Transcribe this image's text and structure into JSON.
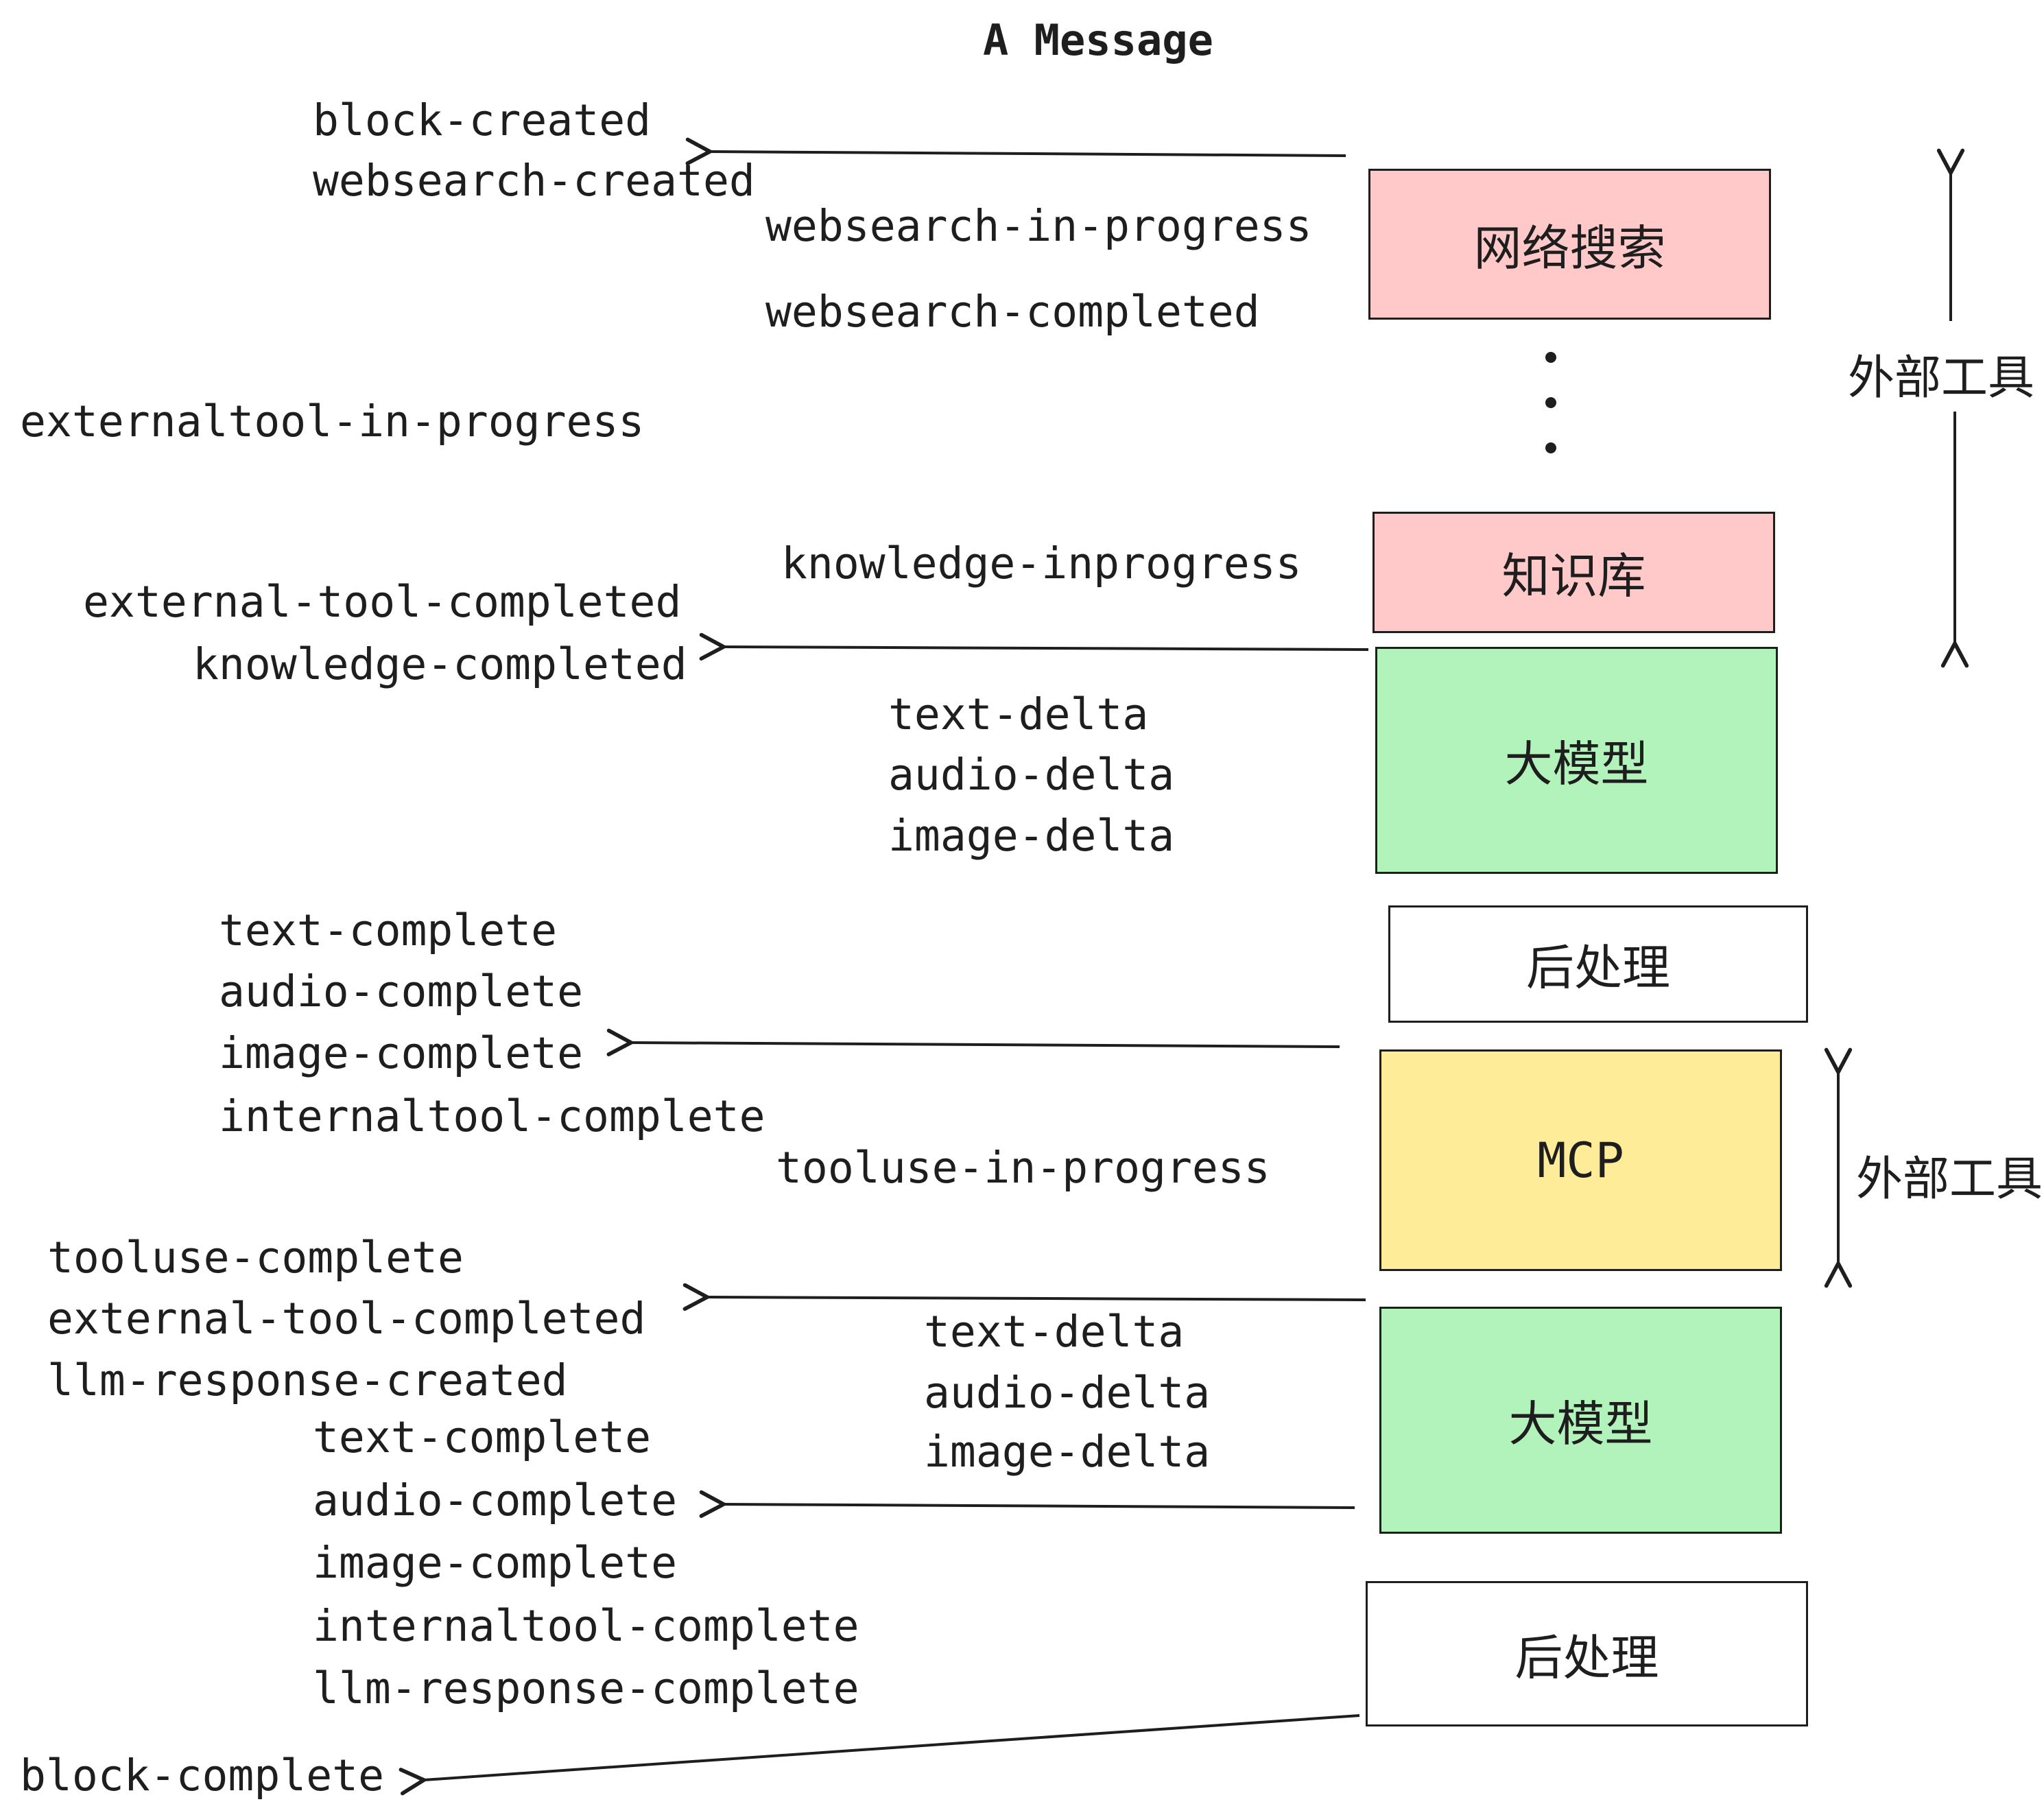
{
  "title": "A Message",
  "colors": {
    "stroke": "#1e1e1e",
    "pink": "#ffc9c9",
    "green": "#b2f2bb",
    "yellow": "#ffec99",
    "white": "#ffffff"
  },
  "events": {
    "block_created": "block-created",
    "websearch_created": "websearch-created",
    "websearch_in_progress": "websearch-in-progress",
    "websearch_completed": "websearch-completed",
    "externaltool_in_progress": "externaltool-in-progress",
    "knowledge_inprogress": "knowledge-inprogress",
    "external_tool_completed_1": "external-tool-completed",
    "knowledge_completed": "knowledge-completed",
    "text_delta_1": "text-delta",
    "audio_delta_1": "audio-delta",
    "image_delta_1": "image-delta",
    "text_complete_1": "text-complete",
    "audio_complete_1": "audio-complete",
    "image_complete_1": "image-complete",
    "internaltool_complete_1": "internaltool-complete",
    "tooluse_in_progress": "tooluse-in-progress",
    "tooluse_complete": "tooluse-complete",
    "external_tool_completed_2": "external-tool-completed",
    "llm_response_created": "llm-response-created",
    "text_delta_2": "text-delta",
    "audio_delta_2": "audio-delta",
    "image_delta_2": "image-delta",
    "text_complete_2": "text-complete",
    "audio_complete_2": "audio-complete",
    "image_complete_2": "image-complete",
    "internaltool_complete_2": "internaltool-complete",
    "llm_response_complete": "llm-response-complete",
    "block_complete": "block-complete"
  },
  "boxes": {
    "websearch": "网络搜索",
    "knowledge": "知识库",
    "llm_1": "大模型",
    "post_1": "后处理",
    "mcp": "MCP",
    "llm_2": "大模型",
    "post_2": "后处理"
  },
  "annotations": {
    "external_tools_top": "外部工具",
    "external_tools_bottom": "外部工具"
  }
}
